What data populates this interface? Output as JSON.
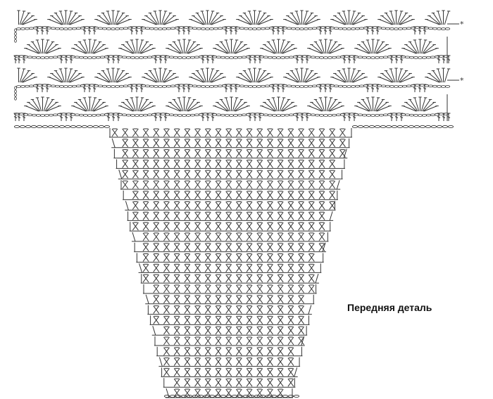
{
  "caption": "Передняя деталь",
  "colors": {
    "ink": "#333333",
    "background": "#ffffff"
  },
  "markers": {
    "row_marker": "*"
  },
  "diagram": {
    "band_pattern_rows": 4,
    "shells_per_row": 9,
    "body_rows": 26,
    "stitch_symbols": [
      "chain",
      "double-crochet",
      "single-crochet"
    ]
  }
}
